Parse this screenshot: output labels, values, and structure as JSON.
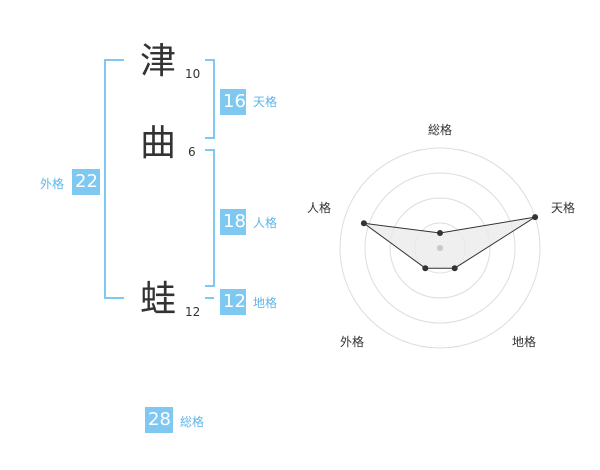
{
  "name": {
    "chars": [
      {
        "char": "津",
        "strokes": "10"
      },
      {
        "char": "曲",
        "strokes": "6"
      },
      {
        "char": "蛙",
        "strokes": "12"
      }
    ]
  },
  "kaku": {
    "tenkaku": {
      "label": "天格",
      "value": "16"
    },
    "jinkaku": {
      "label": "人格",
      "value": "18"
    },
    "chikaku": {
      "label": "地格",
      "value": "12"
    },
    "gaikaku": {
      "label": "外格",
      "value": "22"
    },
    "soukaku": {
      "label": "総格",
      "value": "28"
    }
  },
  "colors": {
    "accent": "#7ec8f2",
    "bracket": "#7ec8f2",
    "text": "#333333",
    "radar_fill": "#ebebeb"
  },
  "radar": {
    "axes": [
      "総格",
      "天格",
      "地格",
      "外格",
      "人格"
    ],
    "levels": 4,
    "values": [
      0.15,
      1.0,
      0.25,
      0.25,
      0.8
    ]
  }
}
